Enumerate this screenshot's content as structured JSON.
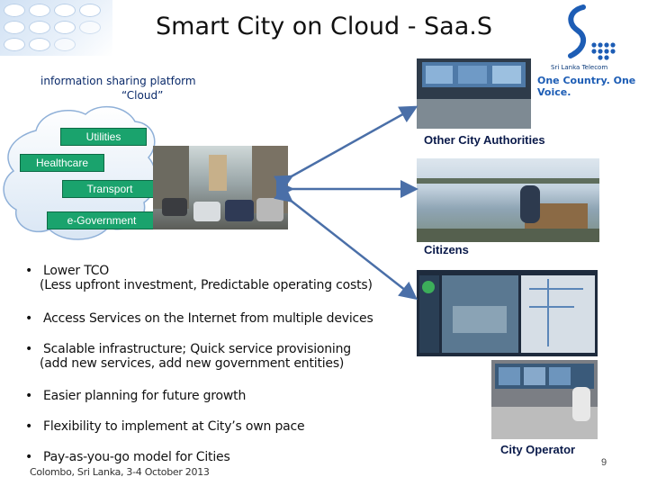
{
  "title": "Smart City on Cloud - Saa.S",
  "brand": {
    "small_text": "Sri Lanka Telecom",
    "tagline": "One Country. One Voice.",
    "color": "#1d5db5"
  },
  "cloud": {
    "heading_line1": "information sharing platform",
    "heading_line2": "“Cloud”",
    "services": [
      "Utilities",
      "Healthcare",
      "Transport",
      "e-Government"
    ],
    "service_color": "#1aa36d"
  },
  "targets": {
    "other_authorities": "Other City Authorities",
    "citizens": "Citizens",
    "city_operator": "City Operator"
  },
  "bullets": [
    {
      "line1": "Lower TCO",
      "line2": "(Less upfront investment, Predictable operating costs)"
    },
    {
      "line1": "Access Services on the Internet from multiple devices",
      "line2": ""
    },
    {
      "line1": "Scalable infrastructure; Quick service provisioning",
      "line2": "(add new services, add new government entities)"
    },
    {
      "line1": "Easier planning for future growth",
      "line2": ""
    },
    {
      "line1": "Flexibility to implement at City’s own pace",
      "line2": ""
    },
    {
      "line1": "Pay-as-you-go model for Cities",
      "line2": ""
    }
  ],
  "footer": "Colombo, Sri Lanka, 3-4 October 2013",
  "page_number": "9"
}
